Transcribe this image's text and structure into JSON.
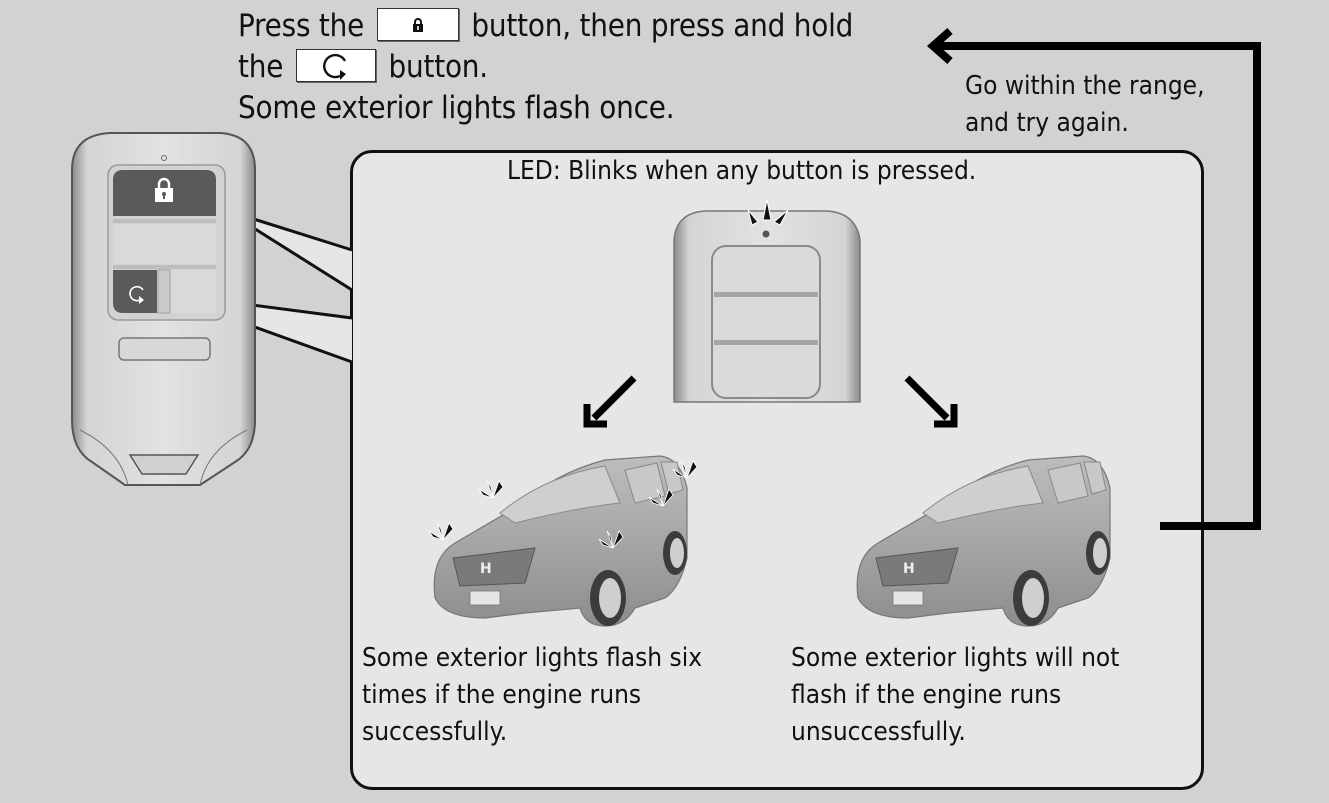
{
  "instruction": {
    "line1_before": "Press the",
    "line1_after": "button, then press and hold",
    "line2_before": "the",
    "line2_after": "button.",
    "line3": "Some exterior lights flash once.",
    "inline_buttons": [
      {
        "name": "lock-button",
        "icon": "lock-icon"
      },
      {
        "name": "remote-start-button",
        "icon": "circular-arrow-icon"
      }
    ]
  },
  "retry_note": {
    "line1": "Go within the range,",
    "line2": "and try again."
  },
  "panel": {
    "led_caption": "LED: Blinks when any button is pressed.",
    "outcomes": [
      {
        "id": "success",
        "lines": [
          "Some exterior lights flash six",
          "times if the engine runs",
          "successfully."
        ],
        "lights_flashing": true
      },
      {
        "id": "failure",
        "lines": [
          "Some exterior lights will not",
          "flash if the engine runs",
          "unsuccessfully."
        ],
        "lights_flashing": false
      }
    ]
  },
  "key_fob": {
    "buttons": [
      {
        "name": "lock",
        "icon": "lock-icon"
      },
      {
        "name": "unlock",
        "icon": ""
      },
      {
        "name": "remote-start",
        "icon": "circular-arrow-icon"
      },
      {
        "name": "trunk",
        "icon": ""
      }
    ]
  },
  "colors": {
    "background": "#d1d2d4",
    "panel": "#e6e6e6",
    "fob_body": "#d9d9d9",
    "fob_button_dark": "#5a5a5a",
    "car_body": "#a9a9a9",
    "line": "#111111"
  }
}
